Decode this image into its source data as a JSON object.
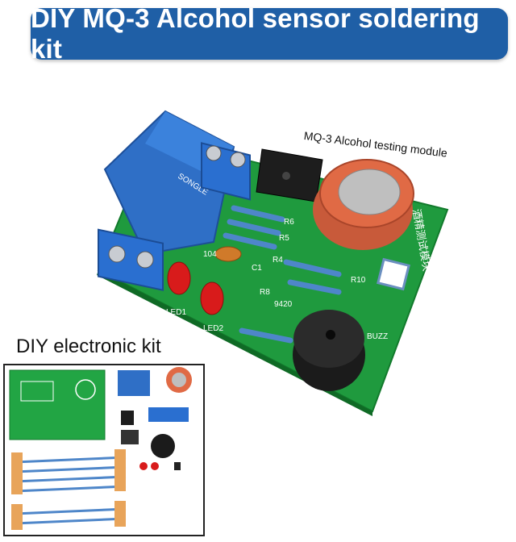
{
  "banner": {
    "title": "DIY MQ-3 Alcohol sensor soldering kit"
  },
  "photo": {
    "module_label": "MQ-3 Alcohol testing module",
    "silkscreen": {
      "led1": "LED1",
      "led2": "LED2",
      "buzz": "BUZZ",
      "r6": "R6",
      "r5": "R5",
      "r4": "R4",
      "r8": "R8",
      "r10": "R10",
      "c1": "C1",
      "cap": "104",
      "transistor": "9420",
      "chinese": "酒精测试模块"
    },
    "relay_text": "SONGLE"
  },
  "kit": {
    "heading": "DIY electronic kit"
  },
  "colors": {
    "banner": "#1f5fa6",
    "pcb": "#1f9a3e",
    "relay": "#2f6fc6",
    "sensor": "#e06a45"
  }
}
